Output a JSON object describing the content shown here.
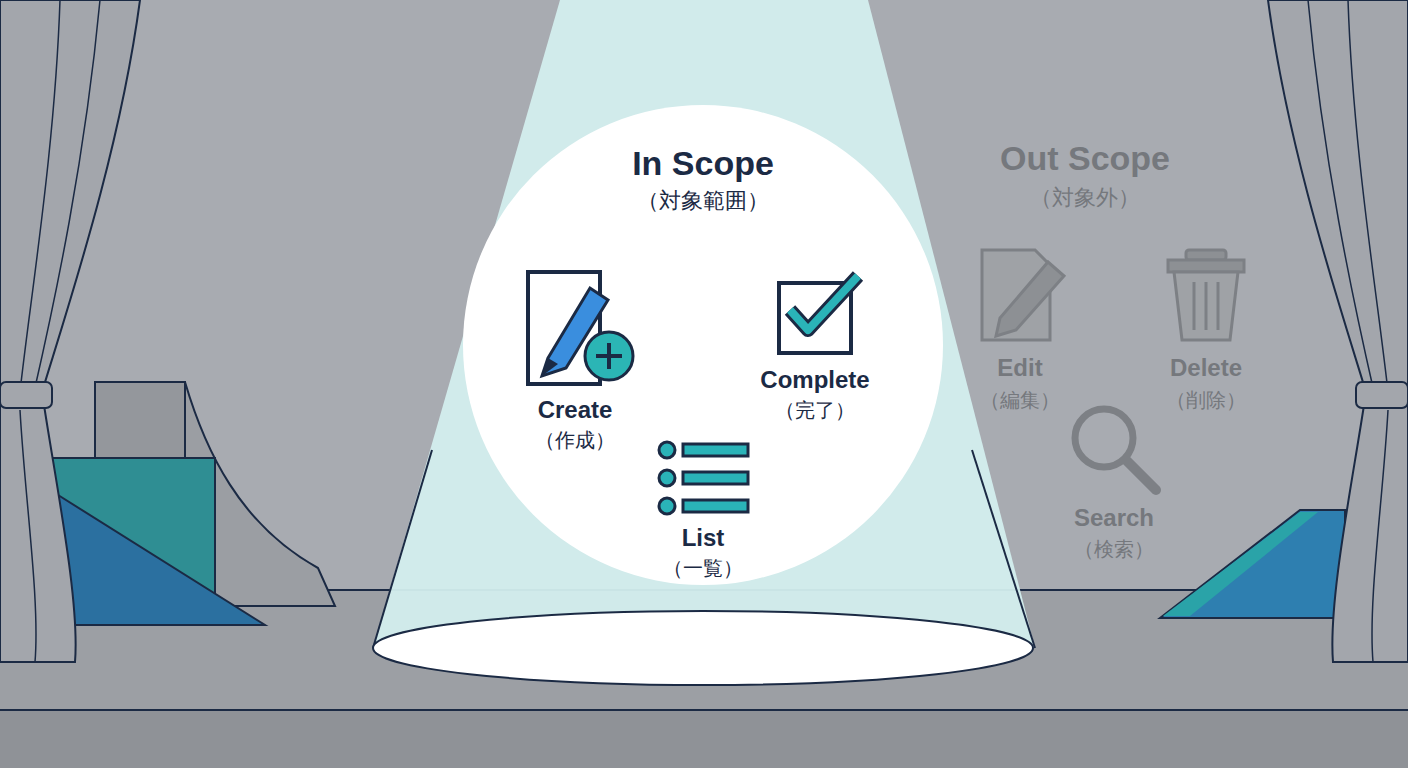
{
  "diagram": {
    "nodes": [
      {
        "text": [
          "In Scope",
          "（対象範囲）"
        ]
      },
      {
        "text": [
          "Create",
          "（作成）"
        ],
        "in": 0
      },
      {
        "text": [
          "Complete",
          "（完了）"
        ],
        "in": 0
      },
      {
        "text": [
          "List",
          "（一覧）"
        ],
        "in": 0
      }
    ],
    "labels": [
      "Out Scope",
      "（対象外）",
      "Edit",
      "（編集）",
      "Delete",
      "（削除）",
      "Search",
      "（検索）"
    ]
  }
}
